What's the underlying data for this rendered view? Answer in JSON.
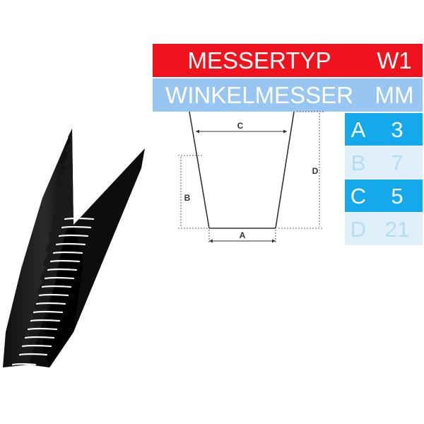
{
  "colors": {
    "header_red": "#f0131d",
    "header_blue": "#98c6f2",
    "cell_dark": "#14a9ea",
    "cell_light": "#dff0fb",
    "text_on_light": "#b5dcf3"
  },
  "header": {
    "type_label": "MESSERTYP",
    "type_value": "W1",
    "kind_label": "WINKELMESSER",
    "unit": "MM"
  },
  "dimensions": [
    {
      "key": "A",
      "value": "3",
      "style": "dark"
    },
    {
      "key": "B",
      "value": "7",
      "style": "light"
    },
    {
      "key": "C",
      "value": "5",
      "style": "dark"
    },
    {
      "key": "D",
      "value": "21",
      "style": "light"
    }
  ],
  "diagram": {
    "labels": {
      "a": "A",
      "b": "B",
      "c": "C",
      "d": "D"
    }
  }
}
